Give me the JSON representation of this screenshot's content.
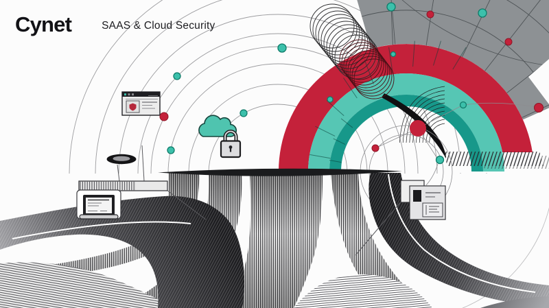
{
  "brand": {
    "logo_text": "Cynet",
    "tagline": "SAAS & Cloud Security"
  },
  "palette": {
    "background": "#fcfcfc",
    "accent_red": "#c4213a",
    "accent_teal": "#3cc0ab",
    "accent_teal_dark": "#17988a",
    "fan_gray": "#8d9194",
    "ink": "#1a1b1d"
  },
  "illustration": {
    "alt": "Abstract data-flow illustration: cloud, lock, devices and documents orbiting a platform that streams ribbons of data",
    "icons": [
      "browser-window-icon",
      "shield-icon",
      "cloud-icon",
      "padlock-icon",
      "disk-icon",
      "platform-icon",
      "laptop-icon",
      "document-card-icon"
    ]
  }
}
